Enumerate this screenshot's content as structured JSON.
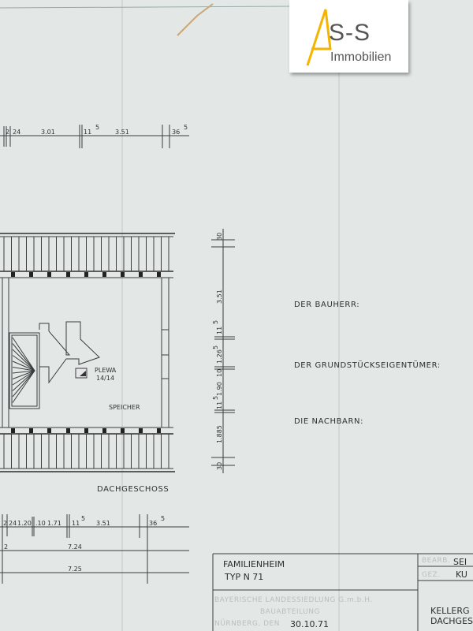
{
  "logo": {
    "mark": "A",
    "name": "S-S",
    "subtitle": "Immobilien",
    "accent_color": "#f5b400"
  },
  "dimensions_top": [
    "2",
    "24",
    "3.01",
    "11",
    "5",
    "3.51",
    "36",
    "5"
  ],
  "dimensions_bottom_row1": [
    "2",
    "24",
    "1.20",
    ".10",
    "1.71",
    "11",
    "5",
    "3.51",
    "36",
    "5"
  ],
  "dimensions_bottom_row2": [
    "2",
    "7.24"
  ],
  "dimensions_bottom_row3": [
    "7.25"
  ],
  "dimensions_vertical": [
    "30",
    "3.51",
    "11",
    "5",
    "1.26",
    "5",
    "10",
    "1.90",
    "11",
    "5",
    "1.885",
    "30"
  ],
  "plan": {
    "chimney_label": "PLEWA",
    "chimney_size": "14/14",
    "room_label": "SPEICHER",
    "floor_title": "DACHGESCHOSS"
  },
  "signatures": {
    "owner": "DER BAUHERR:",
    "land_owner": "DER GRUNDSTÜCKSEIGENTÜMER:",
    "neighbors": "DIE NACHBARN:"
  },
  "title_block": {
    "project": "FAMILIENHEIM",
    "type": "TYP N 71",
    "stamp_line1": "BAYERISCHE LANDESSIEDLUNG G.m.b.H.",
    "stamp_line2": "BAUABTEILUNG",
    "place_label": "NÜRNBERG, DEN",
    "date": "30.10.71",
    "edited_label": "BEARB.",
    "edited_by": "SEI",
    "drawn_label": "GEZ.",
    "drawn_by": "KU",
    "sheet_line1": "KELLERG",
    "sheet_line2": "DACHGES"
  }
}
